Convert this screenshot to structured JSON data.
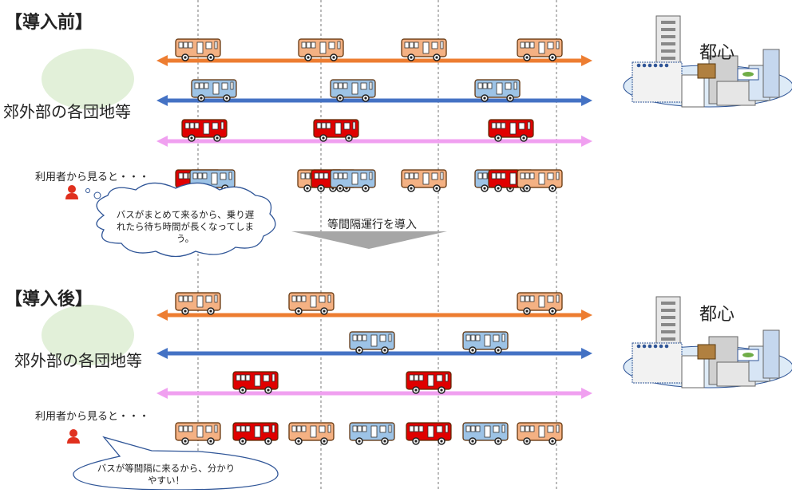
{
  "before": {
    "title": "【導入前】",
    "area_label": "郊外部の各団地等",
    "city_label": "都心",
    "user_label": "利用者から見ると・・・",
    "thought": "バスがまとめて来るから、乗り遅れたら待ち時間が長くなってしまう。"
  },
  "transition": {
    "label": "等間隔運行を導入"
  },
  "after": {
    "title": "【導入後】",
    "area_label": "郊外部の各団地等",
    "city_label": "都心",
    "user_label": "利用者から見ると・・・",
    "speech": "バスが等間隔に来るから、分かりやすい！"
  },
  "colors": {
    "orange_route": "#ED7D31",
    "blue_route": "#4472C4",
    "pink_route": "#F0A0F0",
    "orange_bus": "#F4B183",
    "blue_bus": "#9DC3E6",
    "red_bus": "#E00000",
    "green_area": "#E2F0D9",
    "user_icon": "#E0301E",
    "transition_arrow": "#A6A6A6"
  },
  "icons": [
    "bus-icon",
    "person-icon",
    "city-buildings-icon",
    "thought-bubble",
    "speech-bubble",
    "down-arrow-icon"
  ]
}
